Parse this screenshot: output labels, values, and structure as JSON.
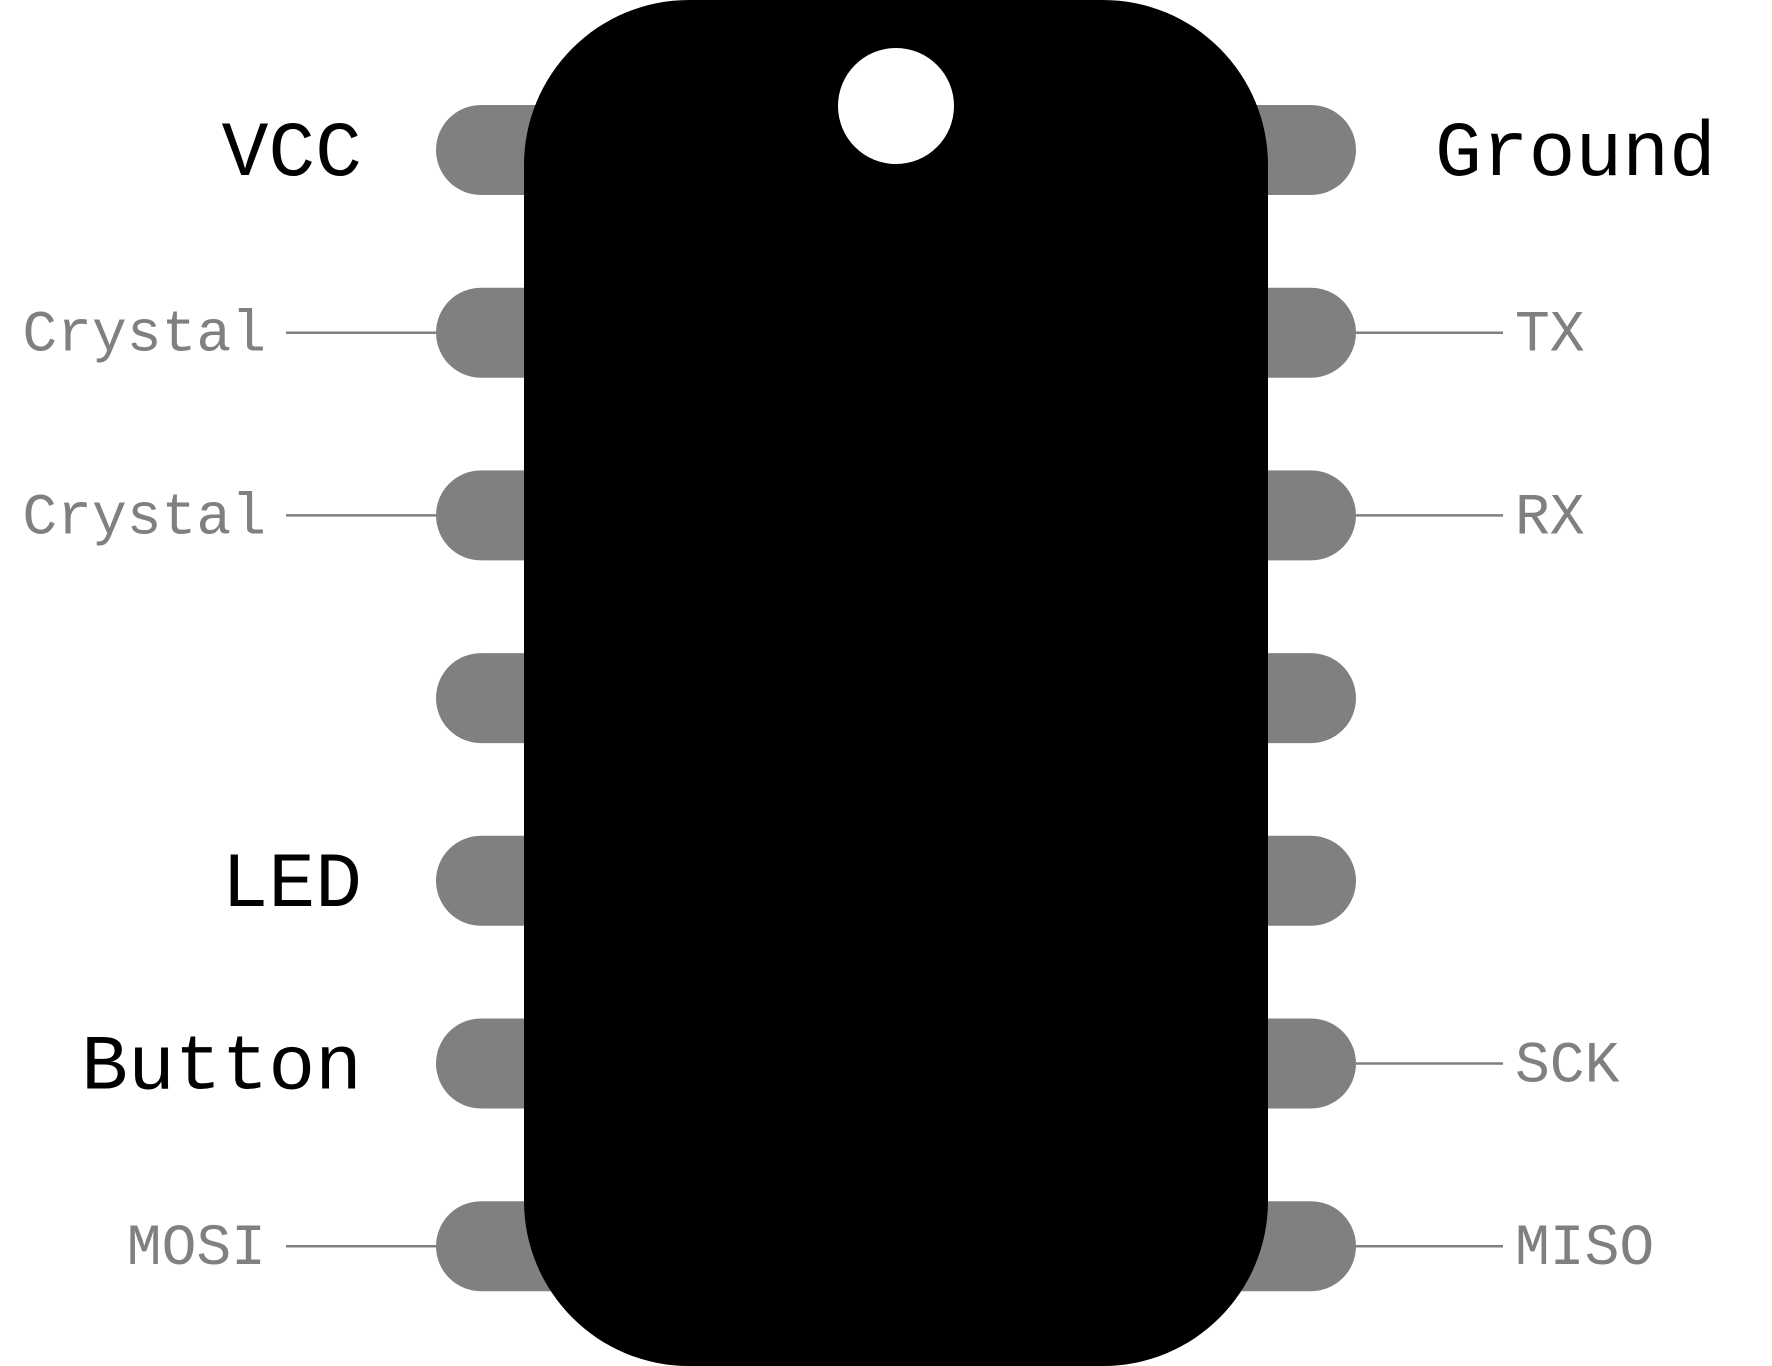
{
  "colors": {
    "body": "#000000",
    "pin": "#808080",
    "leader": "#808080",
    "notch": "#ffffff",
    "label_primary": "#000000",
    "label_secondary": "#808080"
  },
  "left_pins": [
    {
      "label": "VCC",
      "style": "primary",
      "leader": false
    },
    {
      "label": "Crystal",
      "style": "secondary",
      "leader": true
    },
    {
      "label": "Crystal",
      "style": "secondary",
      "leader": true
    },
    {
      "label": "",
      "style": "secondary",
      "leader": false
    },
    {
      "label": "LED",
      "style": "primary",
      "leader": false
    },
    {
      "label": "Button",
      "style": "primary",
      "leader": false
    },
    {
      "label": "MOSI",
      "style": "secondary",
      "leader": true
    }
  ],
  "right_pins": [
    {
      "label": "Ground",
      "style": "primary",
      "leader": false
    },
    {
      "label": "TX",
      "style": "secondary",
      "leader": true
    },
    {
      "label": "RX",
      "style": "secondary",
      "leader": true
    },
    {
      "label": "",
      "style": "secondary",
      "leader": false
    },
    {
      "label": "",
      "style": "secondary",
      "leader": false
    },
    {
      "label": "SCK",
      "style": "secondary",
      "leader": true
    },
    {
      "label": "MISO",
      "style": "secondary",
      "leader": true
    }
  ]
}
